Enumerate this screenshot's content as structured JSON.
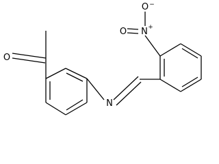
{
  "molecule": {
    "atoms": {
      "carbonyl_oxygen": "O",
      "imine_nitrogen": "N",
      "nitro_nitrogen": "N",
      "nitro_oxygen_upper": "O",
      "nitro_oxygen_left": "O"
    },
    "charges": {
      "nitro_nitrogen": "+",
      "nitro_oxygen_upper": "−"
    }
  },
  "colors": {
    "bond": "#000000",
    "label": "#000000",
    "background": "#ffffff"
  }
}
